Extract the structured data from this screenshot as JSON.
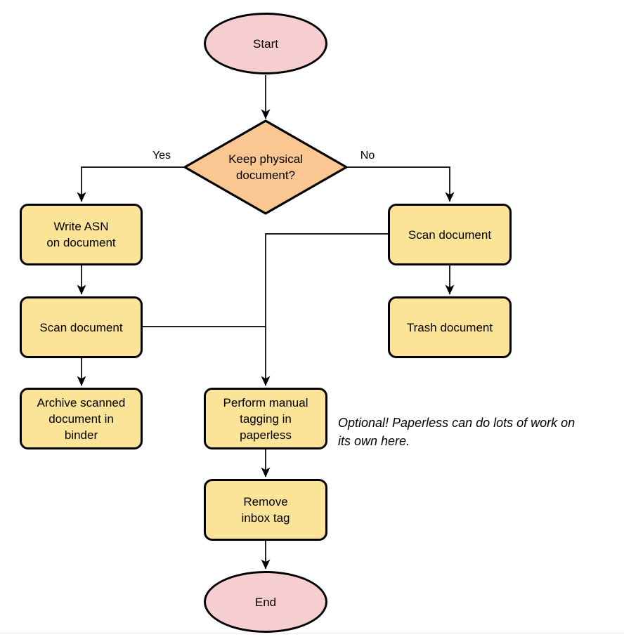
{
  "diagram": {
    "type": "flowchart",
    "title_implied": "Document intake workflow (paperless)",
    "colors": {
      "terminal_fill": "#f7ced0",
      "process_fill": "#fbe498",
      "decision_fill": "#fac792",
      "stroke": "#000000",
      "background": "#ffffff",
      "divider": "#ececec"
    },
    "nodes": {
      "start": {
        "type": "terminal",
        "label": "Start"
      },
      "decision": {
        "type": "decision",
        "label": "Keep physical\ndocument?"
      },
      "write_asn": {
        "type": "process",
        "label": "Write ASN\non document"
      },
      "scan_left": {
        "type": "process",
        "label": "Scan document"
      },
      "archive": {
        "type": "process",
        "label": "Archive scanned\ndocument in\nbinder"
      },
      "scan_right": {
        "type": "process",
        "label": "Scan document"
      },
      "trash": {
        "type": "process",
        "label": "Trash document"
      },
      "tagging": {
        "type": "process",
        "label": "Perform manual\ntagging in\npaperless"
      },
      "remove_inbox": {
        "type": "process",
        "label": "Remove\ninbox tag"
      },
      "end": {
        "type": "terminal",
        "label": "End"
      }
    },
    "edge_labels": {
      "yes": "Yes",
      "no": "No"
    },
    "edges": [
      {
        "from": "start",
        "to": "decision",
        "label": ""
      },
      {
        "from": "decision",
        "to": "write_asn",
        "label": "Yes"
      },
      {
        "from": "decision",
        "to": "scan_right",
        "label": "No"
      },
      {
        "from": "write_asn",
        "to": "scan_left",
        "label": ""
      },
      {
        "from": "scan_left",
        "to": "archive",
        "label": ""
      },
      {
        "from": "scan_right",
        "to": "trash",
        "label": ""
      },
      {
        "from": "scan_right",
        "to": "tagging",
        "label": ""
      },
      {
        "from": "scan_left",
        "to": "tagging",
        "label": ""
      },
      {
        "from": "tagging",
        "to": "remove_inbox",
        "label": ""
      },
      {
        "from": "remove_inbox",
        "to": "end",
        "label": ""
      }
    ],
    "annotation": {
      "text": "Optional! Paperless can do lots of work on\nits own here."
    }
  }
}
